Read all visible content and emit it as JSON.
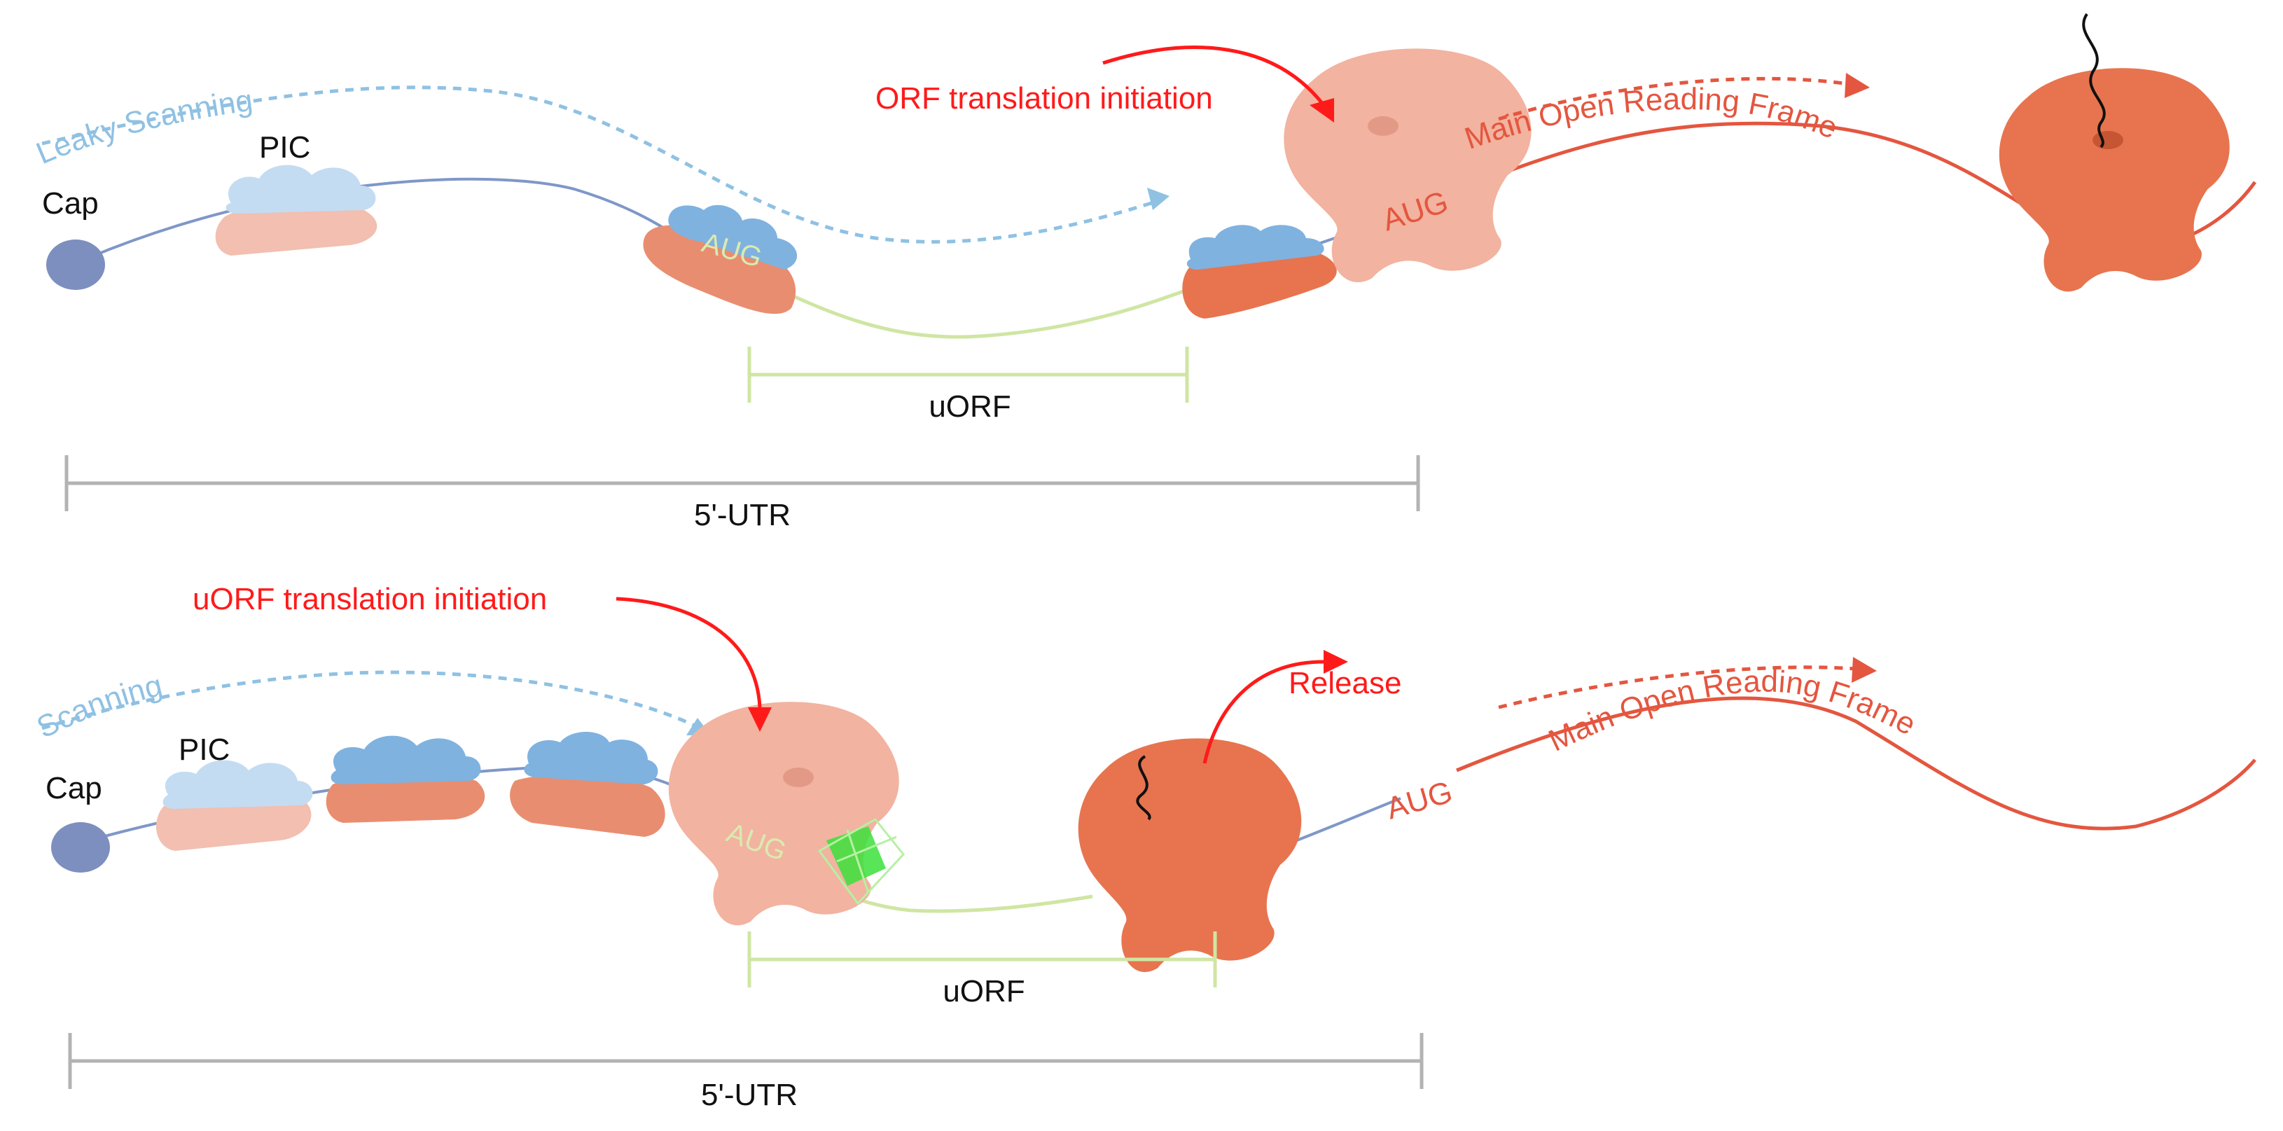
{
  "colors": {
    "mrna": "#7f97c8",
    "uorf": "#cfe6a3",
    "orf": "#e4563f",
    "scan": "#8fc1e3",
    "initiation": "#ff1a1a",
    "cap": "#7d8fbe",
    "pic_small": "#f2bfb0",
    "pic_cloud_light": "#c3dcf2",
    "pic_cloud": "#7fb2df",
    "salmon_small": "#e98d70",
    "ribosome_light": "#f2b3a0",
    "ribosome_dark": "#e7744f",
    "ruler": "#b3b3b3",
    "peptide": "#3be03b"
  },
  "top_panel": {
    "cap_label": "Cap",
    "pic_label": "PIC",
    "leaky_scanning_label": "Leaky Scanning",
    "orf_initiation_label": "ORF translation initiation",
    "uorf_start_codon": "AUG",
    "main_start_codon": "AUG",
    "main_orf_label": "Main Open Reading Frame",
    "uorf_label": "uORF",
    "utr_label": "5'-UTR"
  },
  "bottom_panel": {
    "cap_label": "Cap",
    "pic_label": "PIC",
    "scanning_label": "Scanning",
    "uorf_initiation_label": "uORF translation initiation",
    "release_label": "Release",
    "uorf_start_codon": "AUG",
    "main_start_codon": "AUG",
    "main_orf_label": "Main Open Reading Frame",
    "uorf_label": "uORF",
    "utr_label": "5'-UTR"
  }
}
